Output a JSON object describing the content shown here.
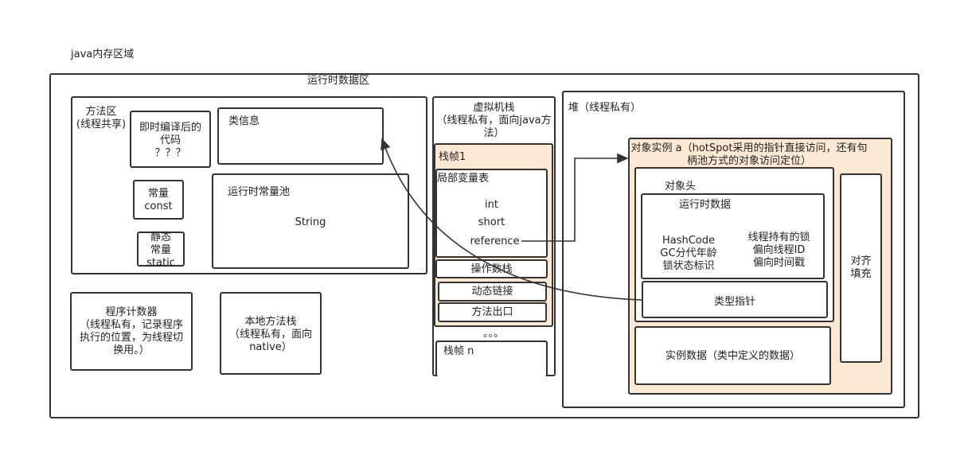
{
  "title": "java内存区域",
  "runtime_area": "运行时数据区",
  "method_area": {
    "title": "方法区\n(线程共享)",
    "jit": "即时编译后的\n代码\n？？？",
    "class_info": "类信息",
    "const": "常量\nconst",
    "static": "静态\n常量\nstatic",
    "runtime_pool": "运行时常量池",
    "pool_value": "String"
  },
  "pc": "程序计数器\n（线程私有，记录程序\n执行的位置，为线程切\n换用。）",
  "native_stack": "本地方法栈\n（线程私有，面向\nnative）",
  "vm_stack": {
    "title": "虚拟机栈\n（线程私有，面向java方\n法）",
    "frame1": "栈帧1",
    "locals": "局部变量表",
    "vars": [
      "int",
      "short",
      "reference"
    ],
    "operand": "操作数栈",
    "dynlink": "动态链接",
    "ret": "方法出口",
    "dots": "。。。",
    "framen": "栈帧 n"
  },
  "heap": {
    "title": "堆（线程私有）",
    "obj": "对象实例 a（hotSpot采用的指针直接访问，还有句\n柄池方式的对象访问定位）",
    "header": "对象头",
    "rt": "运行时数据",
    "rt_left": "HashCode\nGC分代年龄\n锁状态标识",
    "rt_right": "线程持有的锁\n偏向线程ID\n偏向时间戳",
    "type_ptr": "类型指针",
    "inst": "实例数据（类中定义的数据）",
    "pad": "对齐\n填充"
  }
}
